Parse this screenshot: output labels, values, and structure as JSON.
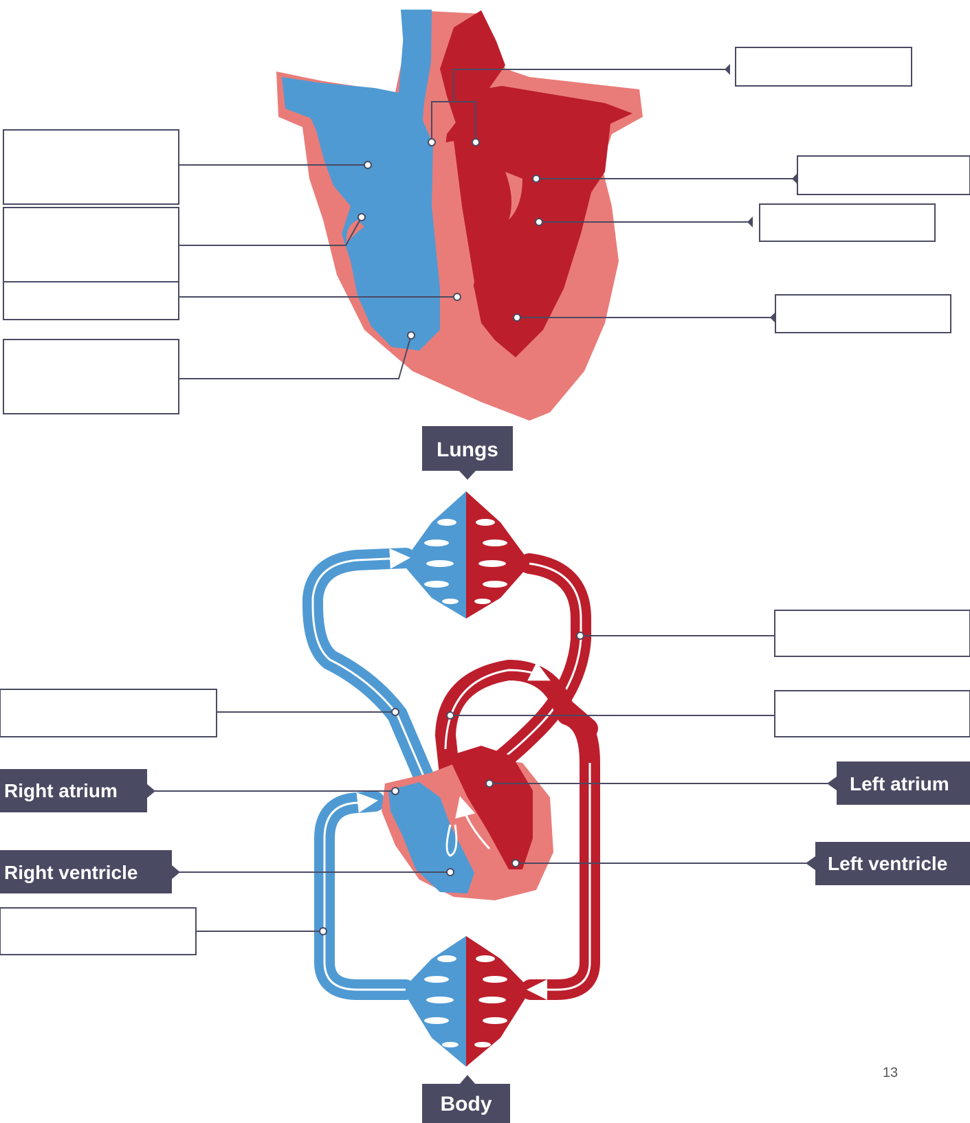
{
  "colors": {
    "oxygenated": "#bd1e2c",
    "deoxygenated": "#4f9ad3",
    "muscle": "#e97c79",
    "muscle_edge": "#e9a09b",
    "label_box": "#4a4a63",
    "leader": "#4a4a63"
  },
  "labels": {
    "lungs": "Lungs",
    "body": "Body",
    "right_atrium": "Right atrium",
    "right_ventricle": "Right ventricle",
    "left_atrium": "Left atrium",
    "left_ventricle": "Left ventricle"
  },
  "page_number": "13",
  "answer_boxes": [
    "",
    "",
    "",
    "",
    "",
    "",
    "",
    "",
    "",
    "",
    "",
    "",
    "",
    ""
  ]
}
